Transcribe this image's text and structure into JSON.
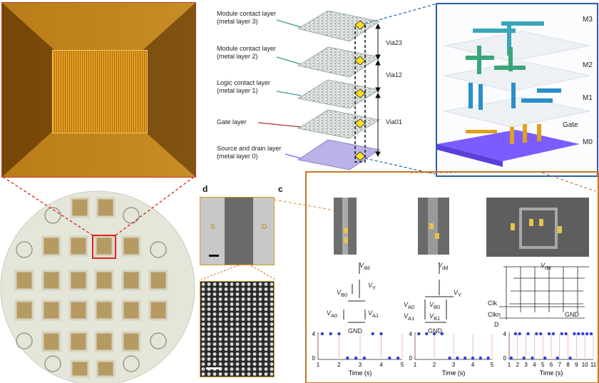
{
  "layers": {
    "items": [
      {
        "title": "Module contact layer",
        "subtitle": "(metal layer 3)"
      },
      {
        "title": "Module contact layer",
        "subtitle": "(metal layer 2)"
      },
      {
        "title": "Logic contact layer",
        "subtitle": "(metal layer 1)"
      },
      {
        "title": "Gate layer",
        "subtitle": ""
      },
      {
        "title": "Source and drain layer",
        "subtitle": "(metal layer 0)"
      }
    ],
    "vias": [
      "Via23",
      "Via12",
      "Via01"
    ]
  },
  "stack3d": {
    "labels": [
      "M3",
      "M2",
      "M1",
      "Gate",
      "M0"
    ],
    "colors": [
      "#3aa6b9",
      "#3aa57a",
      "#2a8fc8",
      "#e0a020",
      "#7b5cff"
    ]
  },
  "panel_d": {
    "letter": "d",
    "left": "S",
    "right": "D"
  },
  "panel_c": {
    "letter": "c"
  },
  "circuits": [
    {
      "labels": [
        "V",
        "dd",
        "V",
        "B0",
        "V",
        "Y",
        "V",
        "A0",
        "V",
        "A1"
      ],
      "gnd": "GND"
    },
    {
      "labels": [
        "V",
        "dd",
        "V",
        "Y",
        "V",
        "A0",
        "V",
        "B0",
        "V",
        "A1",
        "V",
        "B1"
      ],
      "gnd": "GND"
    },
    {
      "labels": [
        "V",
        "dd",
        "Clk",
        "Clkn",
        "D"
      ],
      "gnd": "GND"
    }
  ],
  "chart_data": [
    {
      "type": "line",
      "xlabel": "Time (s)",
      "x_ticks": [
        1,
        2,
        3,
        4,
        5
      ],
      "y_ticks": [
        0,
        4
      ],
      "xlim": [
        1,
        5
      ],
      "ylim": [
        0,
        4
      ],
      "series": [
        {
          "values": [
            4,
            4,
            4,
            0,
            0,
            0,
            4,
            4,
            0,
            0
          ]
        }
      ]
    },
    {
      "type": "line",
      "xlabel": "Time (s)",
      "x_ticks": [
        1,
        2,
        3,
        4,
        5
      ],
      "y_ticks": [
        0,
        4
      ],
      "xlim": [
        1,
        5
      ],
      "ylim": [
        0,
        4
      ],
      "series": [
        {
          "values": [
            4,
            4,
            4,
            4,
            0,
            0,
            0,
            0,
            0,
            0
          ]
        }
      ]
    },
    {
      "type": "line",
      "xlabel": "Time (s)",
      "x_ticks": [
        1,
        2,
        3,
        4,
        5,
        6,
        7,
        8,
        9,
        10,
        11
      ],
      "y_ticks": [
        0,
        4
      ],
      "xlim": [
        1,
        11
      ],
      "ylim": [
        0,
        4
      ],
      "series": [
        {
          "values": [
            0,
            4,
            4,
            0,
            4,
            0,
            4,
            4,
            0,
            4,
            4,
            0,
            4,
            4,
            0,
            4,
            4,
            4,
            4,
            4
          ]
        }
      ]
    }
  ]
}
